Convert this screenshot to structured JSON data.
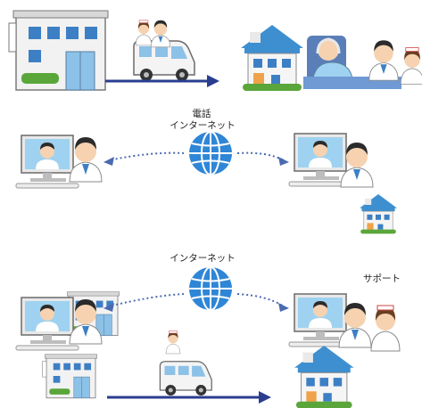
{
  "labels": {
    "phone": "電話",
    "internet": "インターネット",
    "internet_bottom": "インターネット",
    "support": "サポート"
  },
  "icons": {
    "clinic": "clinic-building-icon",
    "house": "house-icon",
    "van": "van-icon",
    "doctor": "doctor-icon",
    "nurse": "nurse-icon",
    "patient": "patient-in-bed-icon",
    "globe": "globe-icon",
    "computer": "video-call-computer-icon"
  },
  "colors": {
    "arrow": "#2a3d8f",
    "dotted_arrow": "#4a6ab0",
    "globe": "#2f86d6",
    "roof": "#3d8fd0",
    "grass": "#5aa63a"
  }
}
